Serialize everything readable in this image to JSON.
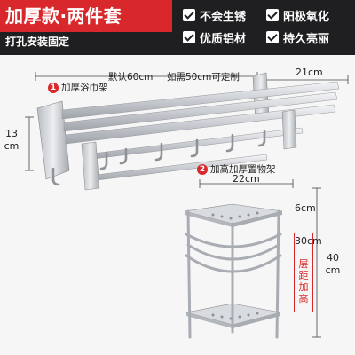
{
  "header": {
    "title": "加厚款·两件套",
    "subtitle": "打孔安装固定"
  },
  "features": [
    {
      "icon": "check-icon",
      "label": "不会生锈"
    },
    {
      "icon": "check-icon",
      "label": "阳极氧化"
    },
    {
      "icon": "check-icon",
      "label": "优质铝材"
    },
    {
      "icon": "check-icon",
      "label": "持久亮丽"
    }
  ],
  "product1": {
    "number": "1",
    "name": "加厚浴巾架",
    "default_length": "默认60cm",
    "custom_note": "如需50cm可定制",
    "depth": "21cm",
    "height": "13",
    "height_unit": "cm"
  },
  "product2": {
    "number": "2",
    "name": "加高加厚置物架",
    "width": "22cm",
    "top_gap": "6cm",
    "layer_gap_value": "30cm",
    "layer_gap_label": "层距加高",
    "total_height_value": "40",
    "total_height_unit": "cm"
  },
  "colors": {
    "accent": "#d9282b",
    "background": "#1f1f21",
    "product_bg": "#f6f6f6"
  }
}
